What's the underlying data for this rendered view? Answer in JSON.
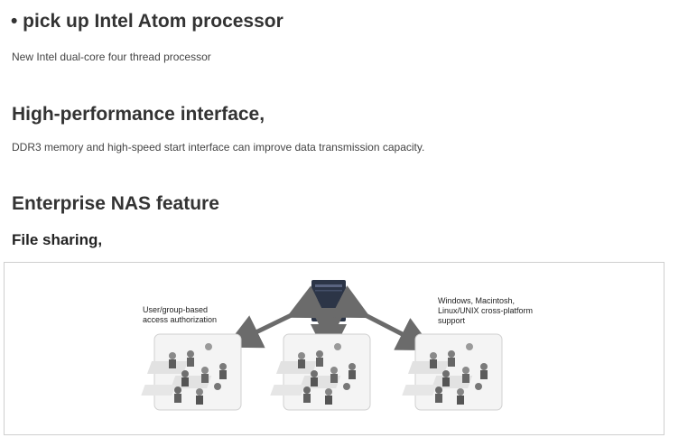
{
  "section1": {
    "title": "• pick up Intel Atom processor",
    "body": "New Intel dual-core four thread processor"
  },
  "section2": {
    "title": "High-performance interface,",
    "body": "DDR3 memory and high-speed start interface can improve data transmission capacity."
  },
  "section3": {
    "title": "Enterprise NAS feature",
    "subtitle": "File sharing,"
  },
  "diagram": {
    "left_caption_line1": "User/group-based",
    "left_caption_line2": "access authorization",
    "right_caption_line1": "Windows, Macintosh,",
    "right_caption_line2": "Linux/UNIX cross-platform",
    "right_caption_line3": "support",
    "colors": {
      "arrow": "#6b6b6b",
      "nas": "#2c3547",
      "office_bg": "#f4f4f4"
    }
  }
}
